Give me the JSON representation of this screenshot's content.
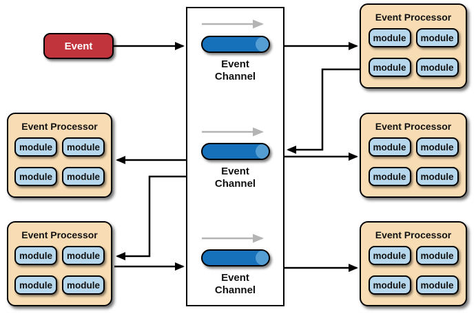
{
  "diagram": {
    "labels": {
      "event": "Event",
      "event_processor": "Event Processor",
      "module": "module",
      "event_channel_line1": "Event",
      "event_channel_line2": "Channel"
    },
    "colors": {
      "event_fill": "#c2343c",
      "event_text": "#ffffff",
      "processor_fill": "#f8ddb4",
      "module_fill": "#b7d7ec",
      "channel_body": "#1771ba",
      "channel_cap": "#559ed4",
      "connector": "#000000",
      "flow_arrow": "#b4b4b4",
      "border": "#000000"
    },
    "nodes": [
      {
        "id": "event",
        "type": "event",
        "label": "Event"
      },
      {
        "id": "event-channel-top",
        "type": "event-channel",
        "label": "Event Channel"
      },
      {
        "id": "event-channel-middle",
        "type": "event-channel",
        "label": "Event Channel"
      },
      {
        "id": "event-channel-bottom",
        "type": "event-channel",
        "label": "Event Channel"
      },
      {
        "id": "event-processor-top-right",
        "type": "event-processor",
        "label": "Event Processor",
        "modules": [
          "module",
          "module",
          "module",
          "module"
        ]
      },
      {
        "id": "event-processor-middle-left",
        "type": "event-processor",
        "label": "Event Processor",
        "modules": [
          "module",
          "module",
          "module",
          "module"
        ]
      },
      {
        "id": "event-processor-middle-right",
        "type": "event-processor",
        "label": "Event Processor",
        "modules": [
          "module",
          "module",
          "module",
          "module"
        ]
      },
      {
        "id": "event-processor-bottom-left",
        "type": "event-processor",
        "label": "Event Processor",
        "modules": [
          "module",
          "module",
          "module",
          "module"
        ]
      },
      {
        "id": "event-processor-bottom-right",
        "type": "event-processor",
        "label": "Event Processor",
        "modules": [
          "module",
          "module",
          "module",
          "module"
        ]
      }
    ],
    "edges": [
      {
        "from": "event",
        "to": "event-channel-top"
      },
      {
        "from": "event-channel-top",
        "to": "event-processor-top-right"
      },
      {
        "from": "event-processor-top-right",
        "to": "event-channel-middle"
      },
      {
        "from": "event-channel-middle",
        "to": "event-processor-middle-left"
      },
      {
        "from": "event-channel-middle",
        "to": "event-processor-middle-right"
      },
      {
        "from": "event-channel-middle",
        "to": "event-processor-bottom-left"
      },
      {
        "from": "event-processor-bottom-left",
        "to": "event-channel-bottom"
      },
      {
        "from": "event-channel-bottom",
        "to": "event-processor-bottom-right"
      }
    ]
  }
}
